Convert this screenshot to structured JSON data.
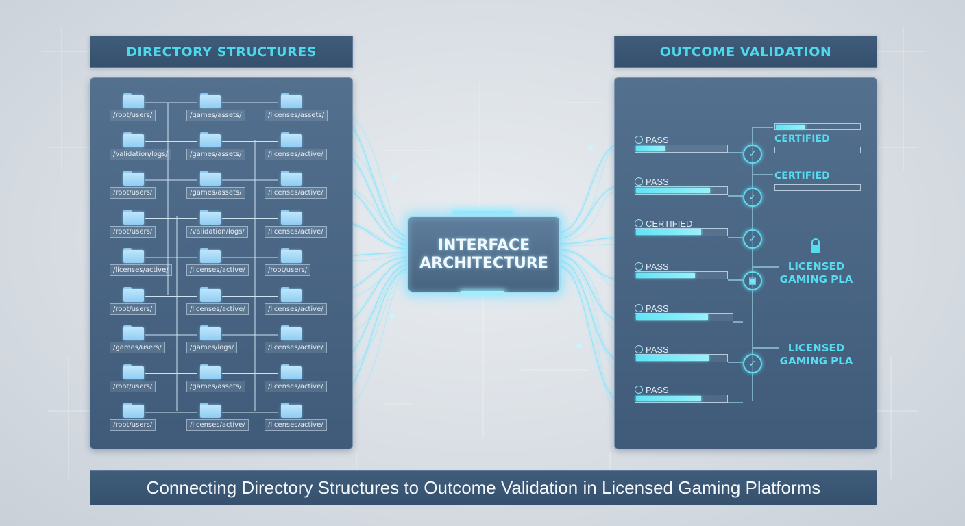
{
  "left_header": "DIRECTORY STRUCTURES",
  "right_header": "OUTCOME VALIDATION",
  "center": {
    "line1": "INTERFACE",
    "line2": "ARCHITECTURE"
  },
  "footer": "Connecting Directory Structures to Outcome Validation in Licensed Gaming Platforms",
  "directory_rows": [
    [
      "/root/users/",
      "/games/assets/",
      "/licenses/assets/"
    ],
    [
      "/validation/logs/",
      "/games/assets/",
      "/licenses/active/"
    ],
    [
      "/root/users/",
      "/games/assets/",
      "/licenses/active/"
    ],
    [
      "/root/users/",
      "/validation/logs/",
      "/licenses/active/"
    ],
    [
      "/licenses/active/",
      "/licenses/active/",
      "/root/users/"
    ],
    [
      "/root/users/",
      "/licenses/active/",
      "/licenses/active/"
    ],
    [
      "/games/users/",
      "/games/logs/",
      "/licenses/active/"
    ],
    [
      "/root/users/",
      "/games/assets/",
      "/licenses/active/"
    ],
    [
      "/root/users/",
      "/licenses/active/",
      "/licenses/active/"
    ]
  ],
  "validation_rows": [
    {
      "status": "PASS",
      "fill": 0.32
    },
    {
      "status": "PASS",
      "fill": 0.82
    },
    {
      "status": "CERTIFIED",
      "fill": 0.72
    },
    {
      "status": "PASS",
      "fill": 0.65
    },
    {
      "status": "PASS",
      "fill": 0.75
    },
    {
      "status": "PASS",
      "fill": 0.8
    },
    {
      "status": "PASS",
      "fill": 0.72
    }
  ],
  "certified_labels": [
    "CERTIFIED",
    "CERTIFIED"
  ],
  "licensed_labels": [
    {
      "line1": "LICENSED",
      "line2": "GAMING PLA"
    },
    {
      "line1": "LICENSED",
      "line2": "GAMING PLA"
    }
  ],
  "top_bar_fill": 0.35,
  "colors": {
    "accent": "#56dcee",
    "panel": "#4a6684",
    "header": "#3f5c7a",
    "glow": "#9ff0ff"
  }
}
